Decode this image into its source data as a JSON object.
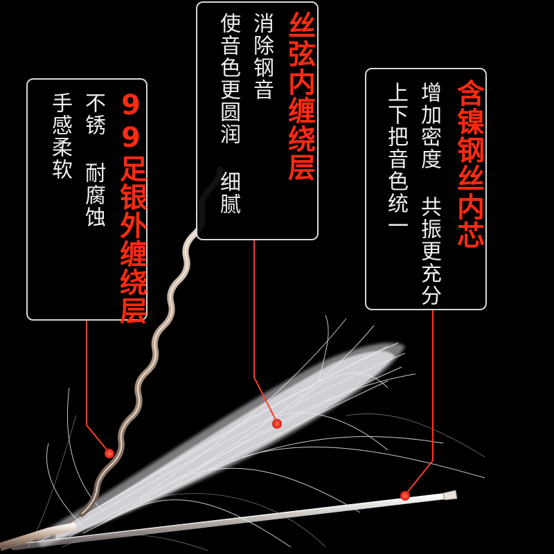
{
  "labels": [
    {
      "title": "99足银外缠绕层",
      "desc_cols": [
        "不锈 耐腐蚀",
        "手感柔软"
      ]
    },
    {
      "title": "丝弦内缠绕层",
      "desc_cols": [
        "消除钢音",
        "使音色更圆润 细腻"
      ]
    },
    {
      "title": "含镍钢丝内芯",
      "desc_cols": [
        "增加密度 共振更充分",
        "上下把音色统一"
      ]
    }
  ],
  "colors": {
    "background": "#000000",
    "title_red": "#ff2a12",
    "leader_red": "#ff3b2a",
    "box_border": "#d9d9d9",
    "desc_text": "#f0f0f0"
  }
}
